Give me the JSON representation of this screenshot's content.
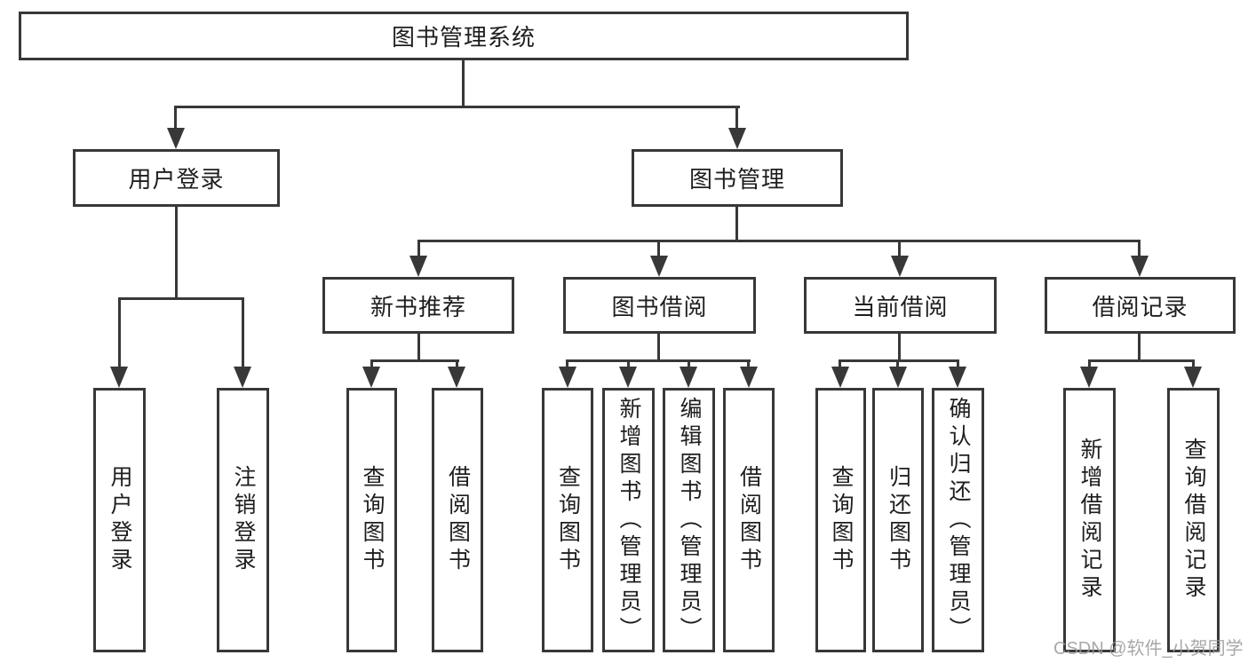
{
  "diagram": {
    "root": {
      "label": "图书管理系统"
    },
    "user_login": {
      "label": "用户登录",
      "children": [
        {
          "label": "用户登录"
        },
        {
          "label": "注销登录"
        }
      ]
    },
    "book_mgmt": {
      "label": "图书管理",
      "sections": [
        {
          "label": "新书推荐",
          "children": [
            {
              "label": "查询图书"
            },
            {
              "label": "借阅图书"
            }
          ]
        },
        {
          "label": "图书借阅",
          "children": [
            {
              "label": "查询图书"
            },
            {
              "label": "新增图书（管理员）"
            },
            {
              "label": "编辑图书（管理员）"
            },
            {
              "label": "借阅图书"
            }
          ]
        },
        {
          "label": "当前借阅",
          "children": [
            {
              "label": "查询图书"
            },
            {
              "label": "归还图书"
            },
            {
              "label": "确认归还（管理员）"
            }
          ]
        },
        {
          "label": "借阅记录",
          "children": [
            {
              "label": "新增借阅记录"
            },
            {
              "label": "查询借阅记录"
            }
          ]
        }
      ]
    },
    "colors": {
      "line": "#383838",
      "text": "#1e1e1e",
      "background": "#ffffff"
    }
  },
  "watermark": {
    "text": "CSDN @软件_小贺同学",
    "color": "#9a9a9a"
  }
}
